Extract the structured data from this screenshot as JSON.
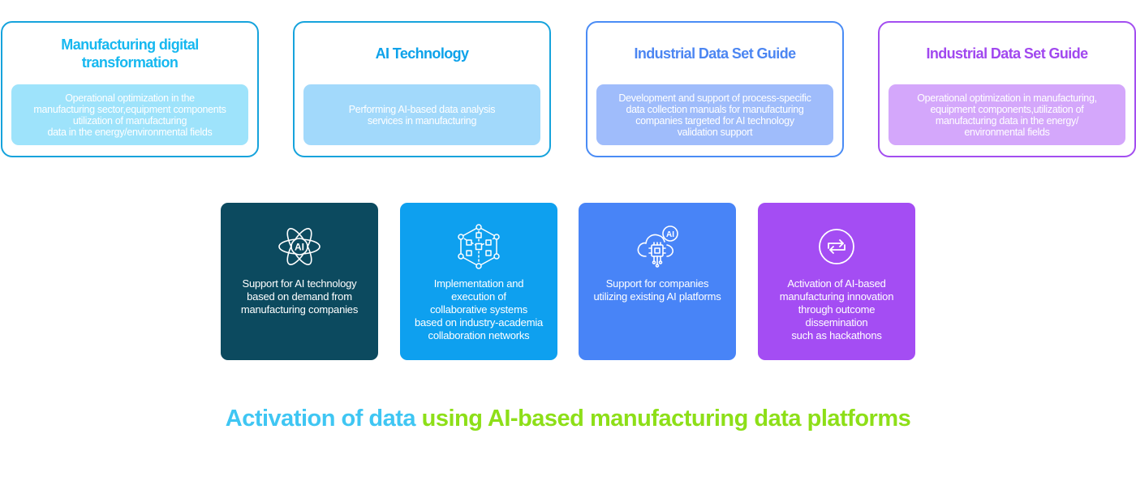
{
  "top_cards": [
    {
      "title": "Manufacturing digital\ntransformation",
      "description": "Operational optimization in the\nmanufacturing sector,equipment components\nutilization of manufacturing\ndata in the energy/environmental fields",
      "border_color": "#16a3dc",
      "title_color": "#17b8f0",
      "box_color": "#9ee3fb"
    },
    {
      "title": "AI Technology",
      "description": "Performing AI-based data analysis\nservices in manufacturing",
      "border_color": "#16a3dc",
      "title_color": "#0da2ea",
      "box_color": "#a2d9fb"
    },
    {
      "title": "Industrial Data Set Guide",
      "description": "Development and support of process-specific\ndata collection manuals for manufacturing\ncompanies targeted for AI technology\nvalidation support",
      "border_color": "#4a8cf5",
      "title_color": "#4c86f2",
      "box_color": "#9fbcfb"
    },
    {
      "title": "Industrial Data Set Guide",
      "description": "Operational optimization in manufacturing,\nequipment components,utilization of\nmanufacturing data in the energy/\nenvironmental fields",
      "border_color": "#a34ef0",
      "title_color": "#a148ef",
      "box_color": "#d4a7fb"
    }
  ],
  "tiles": [
    {
      "icon": "atom-ai-icon",
      "text": "Support for AI technology\nbased on demand from\nmanufacturing companies",
      "bg_color": "#0c4a5f"
    },
    {
      "icon": "network-cube-icon",
      "text": "Implementation and\nexecution of\ncollaborative systems\nbased on industry-academia\ncollaboration networks",
      "bg_color": "#0ea0ef"
    },
    {
      "icon": "cloud-chip-ai-icon",
      "text": "Support for companies\nutilizing existing AI platforms",
      "bg_color": "#4884f7"
    },
    {
      "icon": "refresh-cycle-icon",
      "text": "Activation of AI-based\nmanufacturing innovation\nthrough outcome\ndissemination\nsuch as hackathons",
      "bg_color": "#a44df3"
    }
  ],
  "headline": {
    "part1": "Activation of data",
    "part2": " using AI-based manufacturing data platforms",
    "part1_color": "#3fc6f3",
    "part2_color": "#8ddf18"
  }
}
